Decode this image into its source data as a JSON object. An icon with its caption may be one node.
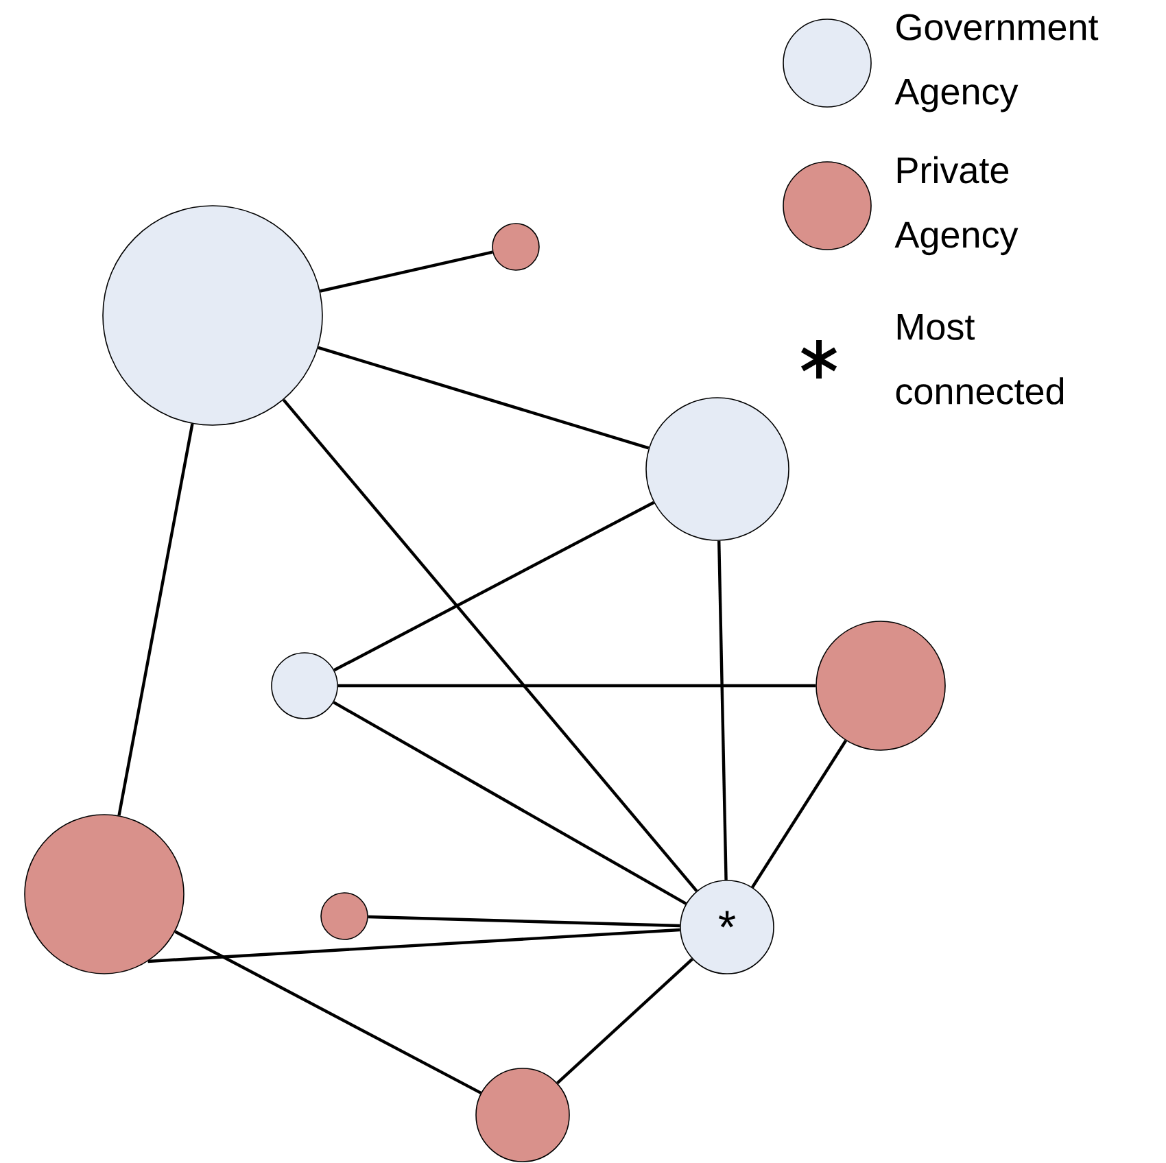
{
  "diagram": {
    "nodes": [
      {
        "text": [],
        "shape": "circle"
      },
      {
        "text": [],
        "shape": "circle"
      },
      {
        "text": [],
        "shape": "circle"
      },
      {
        "text": [],
        "shape": "circle"
      },
      {
        "text": [],
        "shape": "circle"
      },
      {
        "text": [],
        "shape": "circle"
      },
      {
        "text": [],
        "shape": "circle"
      },
      {
        "text": [
          "*"
        ]
      },
      {
        "text": [],
        "shape": "circle"
      }
    ],
    "edges": [
      {
        "from": 0,
        "to": 1,
        "arrow": "none"
      },
      {
        "from": 0,
        "to": 2,
        "arrow": "none"
      },
      {
        "from": 0,
        "to": 7,
        "arrow": "none"
      },
      {
        "from": 0,
        "to": 5,
        "arrow": "none"
      },
      {
        "from": 2,
        "to": 3,
        "arrow": "none"
      },
      {
        "from": 2,
        "to": 7,
        "arrow": "none"
      },
      {
        "from": 3,
        "to": 4,
        "arrow": "none"
      },
      {
        "from": 3,
        "to": 7,
        "arrow": "none"
      },
      {
        "from": 4,
        "to": 7,
        "arrow": "none"
      },
      {
        "from": 6,
        "to": 7,
        "arrow": "none"
      },
      {
        "from": 5,
        "to": 7,
        "arrow": "none"
      },
      {
        "from": 5,
        "to": 8,
        "arrow": "none"
      },
      {
        "from": 8,
        "to": 7,
        "arrow": "none"
      }
    ],
    "legend": [
      {
        "text": "Government Agency",
        "color": "#e5ebf5"
      },
      {
        "text": "Private Agency",
        "color": "#d9918b"
      },
      {
        "text": "Most connected"
      }
    ]
  }
}
